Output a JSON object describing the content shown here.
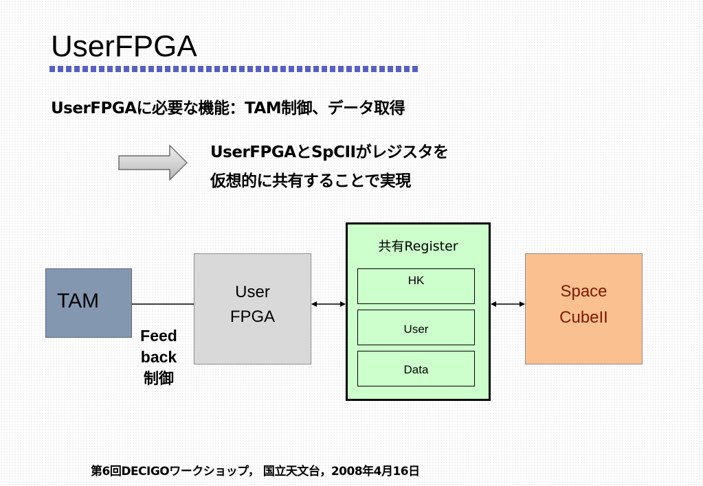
{
  "slide": {
    "title": "UserFPGA",
    "subtitle": "UserFPGAに必要な機能：TAM制御、データ取得",
    "summary_line1": "UserFPGAとSpCIIがレジスタを",
    "summary_line2": "仮想的に共有することで実現",
    "footer": "第6回DECIGOワークショップ， 国立天文台，2008年4月16日"
  },
  "diagram": {
    "tam": {
      "label": "TAM",
      "color": "#8497b0"
    },
    "user_fpga": {
      "line1": "User",
      "line2": "FPGA",
      "color": "#d9d9d9"
    },
    "register": {
      "title": "共有Register",
      "color": "#ccffcc",
      "slots": [
        "HK",
        "User",
        "Data"
      ]
    },
    "space_cube": {
      "line1": "Space",
      "line2": "CubeII",
      "color": "#fac090"
    },
    "feedback": {
      "line1": "Feed",
      "line2": "back",
      "line3": "制御"
    }
  },
  "icons": {
    "process_arrow": "right-block-arrow-icon",
    "link_arrows": "double-headed-arrow-icon"
  }
}
